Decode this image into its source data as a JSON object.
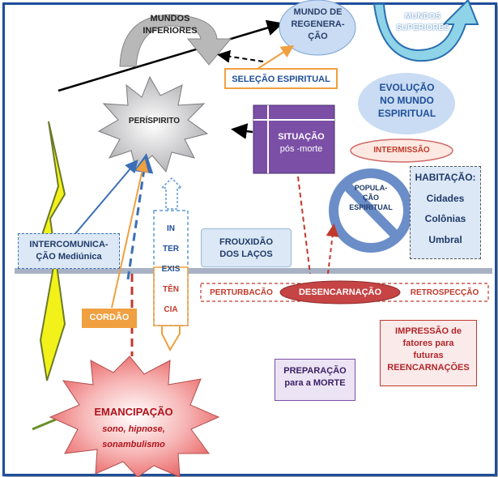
{
  "diagram": {
    "mundos_inferiores": [
      "MUNDOS",
      "INFERIORES"
    ],
    "mundo_regeneracao": [
      "MUNDO DE",
      "REGENERA-",
      "ÇÃO"
    ],
    "mundos_superiores": [
      "MUNDOS",
      "SUPERIORES"
    ],
    "selecao_espiritual": "SELEÇÃO ESPIRITUAL",
    "evolucao": [
      "EVOLUÇÃO",
      "NO MUNDO",
      "ESPIRITUAL"
    ],
    "perispirito": "PERÍSPIRITO",
    "situacao": [
      "SITUAÇÃO",
      "pós -morte"
    ],
    "intermissao": "INTERMISSÃO",
    "populacao": [
      "POPULA-",
      "ÇÃO",
      "ESPIRITUAL"
    ],
    "habitacao": {
      "title": "HABITAÇÃO:",
      "items": [
        "Cidades",
        "Colônias",
        "Umbral"
      ]
    },
    "intercomunicacao": [
      "INTERCOMUNICA-",
      "ÇÃO Mediúnica"
    ],
    "interexistencia": [
      "IN",
      "TER",
      "EXIS",
      "TÊN",
      "CIA"
    ],
    "frouxidao": [
      "FROUXIDÃO",
      "DOS LAÇOS"
    ],
    "perturbacao": "PERTURBACÃO",
    "desencarnacao": "DESENCARNAÇÃO",
    "retrospeccao": "RETROSPECÇÃO",
    "cordao": "CORDÃO",
    "impressao": [
      "IMPRESSÃO de",
      "fatores para",
      "futuras",
      "REENCARNAÇÕES"
    ],
    "preparacao": [
      "PREPARAÇÃO",
      "para a MORTE"
    ],
    "emancipacao": {
      "title": "EMANCIPAÇÃO",
      "sub": [
        "sono, hipnose,",
        "sonambulismo"
      ]
    }
  },
  "colors": {
    "frame": "#1f4e9a",
    "purple": "#7b4fa6",
    "red_dash": "#c0392b",
    "blue_dash": "#3a6fb6",
    "orange": "#f0a040"
  }
}
